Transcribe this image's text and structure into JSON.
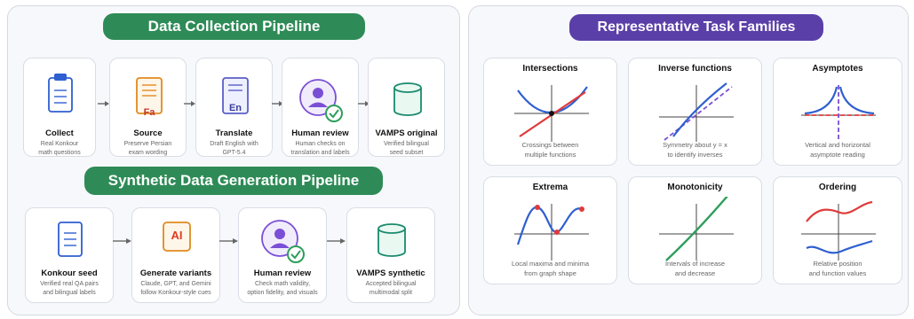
{
  "left": {
    "title1": "Data Collection Pipeline",
    "title2": "Synthetic Data Generation Pipeline",
    "collection": [
      {
        "title": "Collect",
        "desc1": "Real Konkour",
        "desc2": "math questions"
      },
      {
        "title": "Source",
        "desc1": "Preserve Persian",
        "desc2": "exam wording",
        "icon_text": "Fa"
      },
      {
        "title": "Translate",
        "desc1": "Draft English with",
        "desc2": "GPT-5.4",
        "icon_text": "En"
      },
      {
        "title": "Human review",
        "desc1": "Human checks on",
        "desc2": "translation and labels"
      },
      {
        "title": "VAMPS original",
        "desc1": "Verified bilingual",
        "desc2": "seed subset"
      }
    ],
    "synthetic": [
      {
        "title": "Konkour seed",
        "desc1": "Verified real QA pairs",
        "desc2": "and bilingual labels"
      },
      {
        "title": "Generate variants",
        "desc1": "Claude, GPT, and Gemini",
        "desc2": "follow Konkour-style cues",
        "icon_text": "AI"
      },
      {
        "title": "Human review",
        "desc1": "Check math validity,",
        "desc2": "option fidelity, and visuals"
      },
      {
        "title": "VAMPS synthetic",
        "desc1": "Accepted bilingual",
        "desc2": "multimodal split"
      }
    ]
  },
  "right": {
    "title": "Representative Task Families",
    "families": [
      {
        "title": "Intersections",
        "desc1": "Crossings between",
        "desc2": "multiple functions"
      },
      {
        "title": "Inverse functions",
        "desc1": "Symmetry about y = x",
        "desc2": "to identify inverses"
      },
      {
        "title": "Asymptotes",
        "desc1": "Vertical and horizontal",
        "desc2": "asymptote reading"
      },
      {
        "title": "Extrema",
        "desc1": "Local maxima and minima",
        "desc2": "from graph shape"
      },
      {
        "title": "Monotonicity",
        "desc1": "Intervals of increase",
        "desc2": "and decrease"
      },
      {
        "title": "Ordering",
        "desc1": "Relative position",
        "desc2": "and function values"
      }
    ]
  },
  "colors": {
    "green": "#2e8b57",
    "purple": "#5b3fa8",
    "blue": "#2f5fd0",
    "red": "#e03a3a",
    "teal": "#1a8a6e",
    "orange": "#e08a1e"
  }
}
